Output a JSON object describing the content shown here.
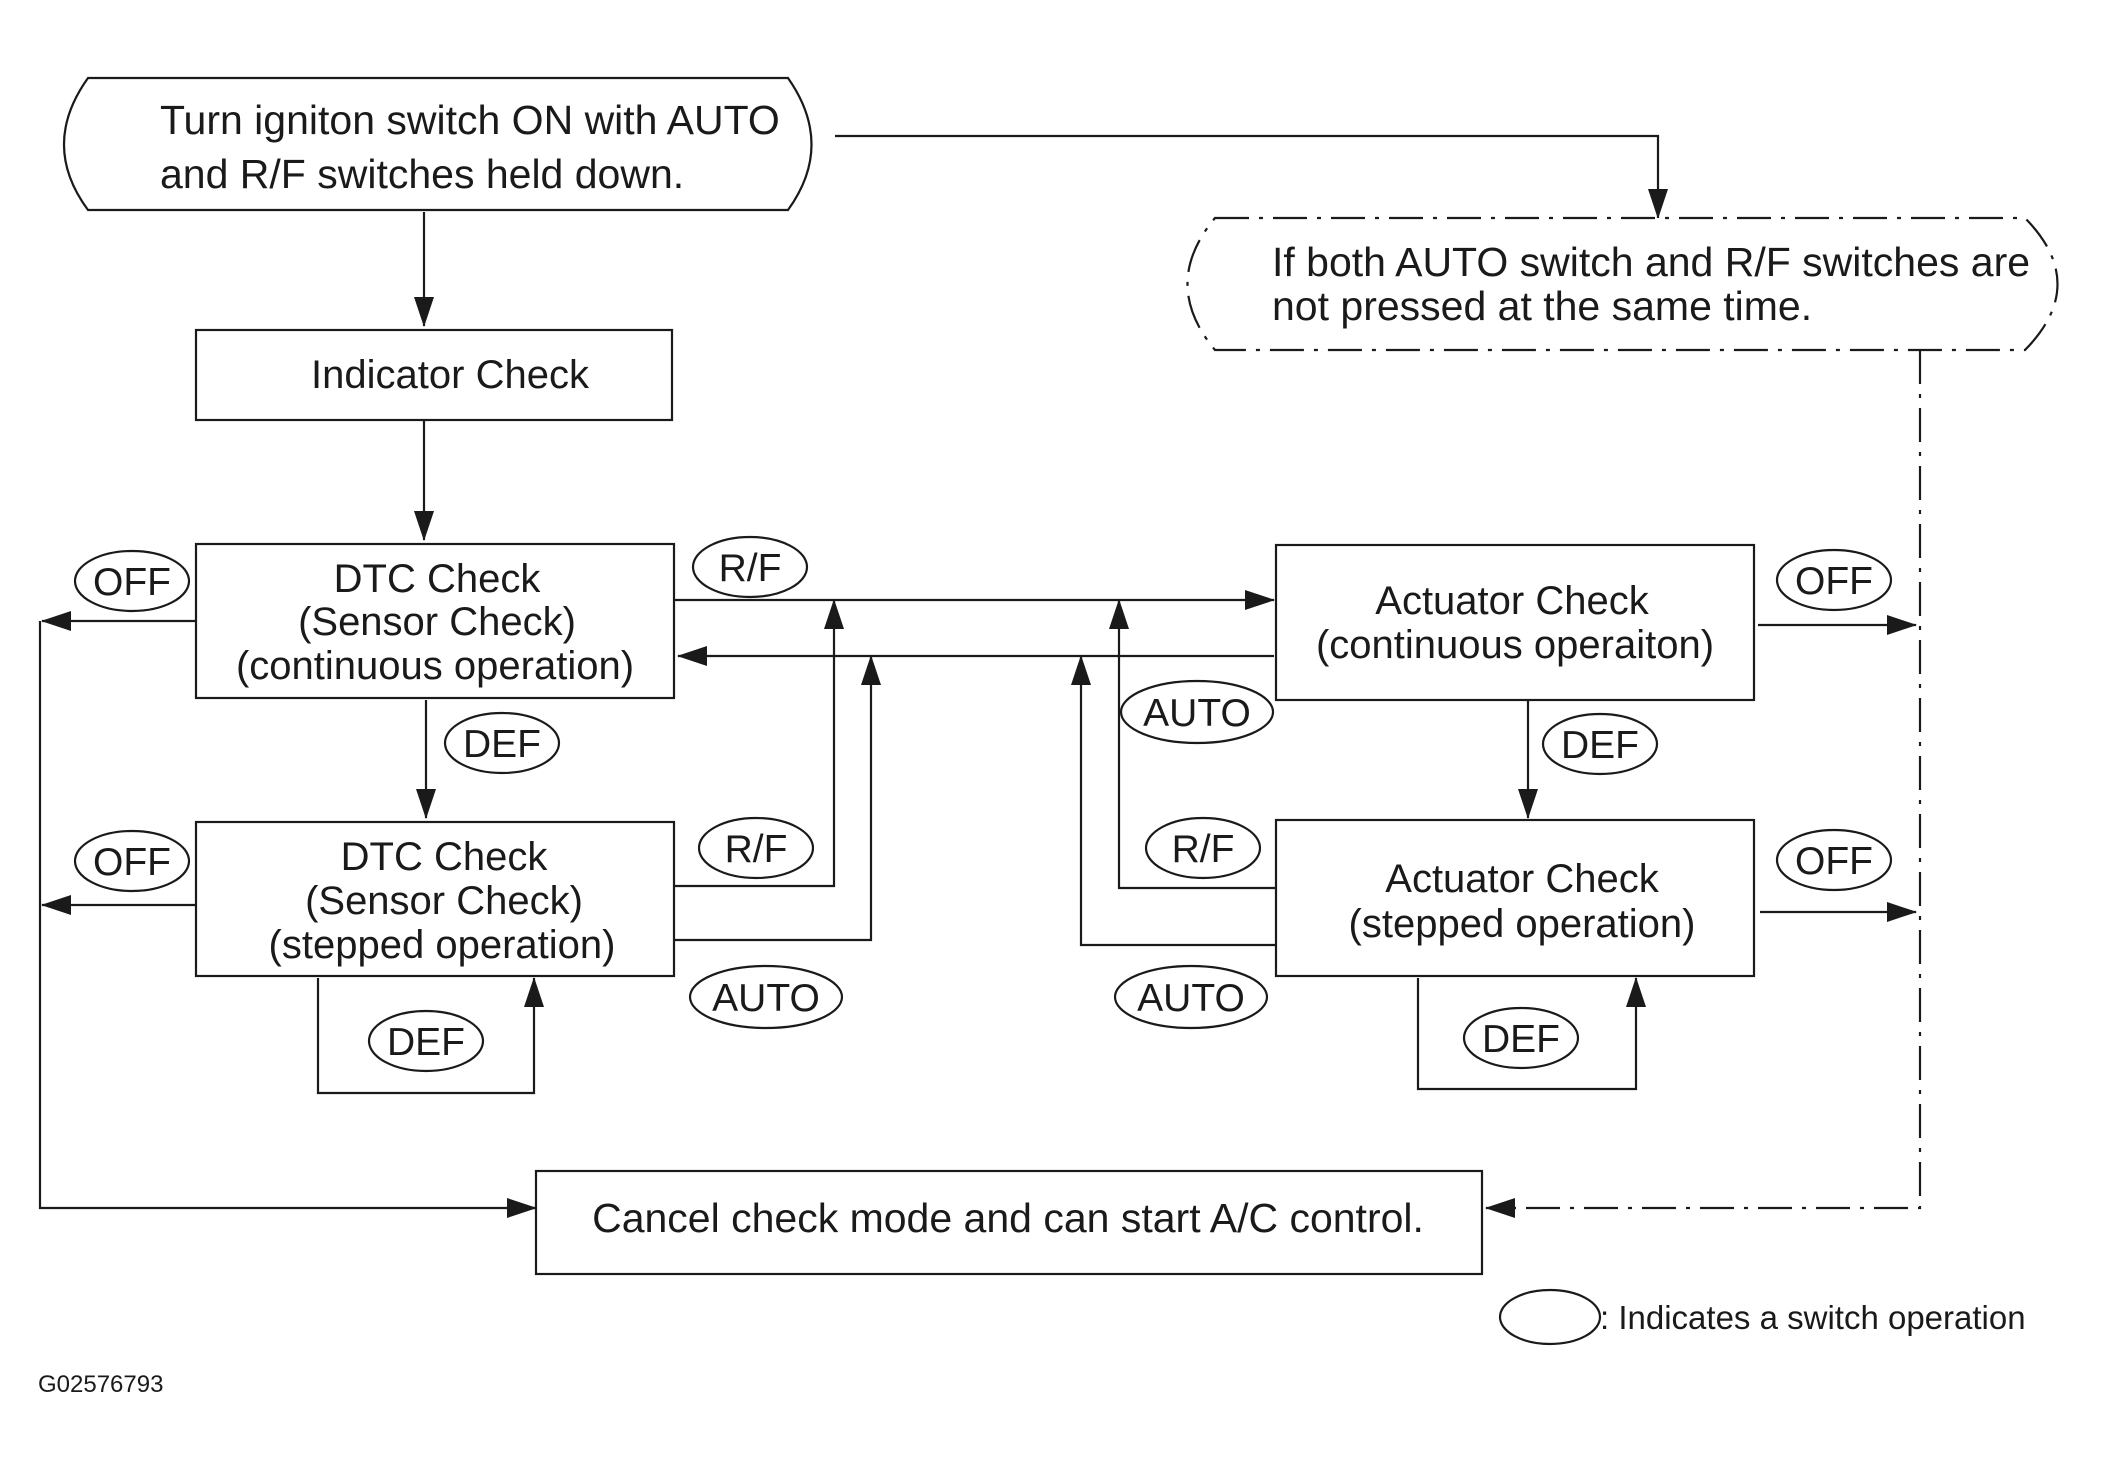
{
  "nodes": {
    "start": [
      "Turn igniton switch ON with AUTO",
      "and R/F switches held down."
    ],
    "both_not_pressed": [
      "If both AUTO switch and R/F switches are",
      "not pressed at the same time."
    ],
    "indicator_check": "Indicator Check",
    "dtc_continuous": [
      "DTC Check",
      "(Sensor Check)",
      "(continuous operation)"
    ],
    "dtc_stepped": [
      "DTC Check",
      "(Sensor Check)",
      "(stepped operation)"
    ],
    "actuator_continuous": [
      "Actuator Check",
      "(continuous operaiton)"
    ],
    "actuator_stepped": [
      "Actuator Check",
      "(stepped operation)"
    ],
    "cancel": "Cancel check mode and can start A/C control."
  },
  "switch_labels": {
    "off_dtc_continuous": "OFF",
    "off_dtc_stepped": "OFF",
    "off_actuator_continuous": "OFF",
    "off_actuator_stepped": "OFF",
    "rf_dtc_continuous": "R/F",
    "rf_dtc_stepped": "R/F",
    "rf_actuator_stepped": "R/F",
    "def_dtc_down": "DEF",
    "def_dtc_loop": "DEF",
    "def_actuator_down": "DEF",
    "def_actuator_loop": "DEF",
    "auto_dtc_stepped": "AUTO",
    "auto_actuator_continuous": "AUTO",
    "auto_actuator_stepped": "AUTO"
  },
  "legend": {
    "text": ": Indicates a switch operation"
  },
  "figure_code": "G02576793"
}
